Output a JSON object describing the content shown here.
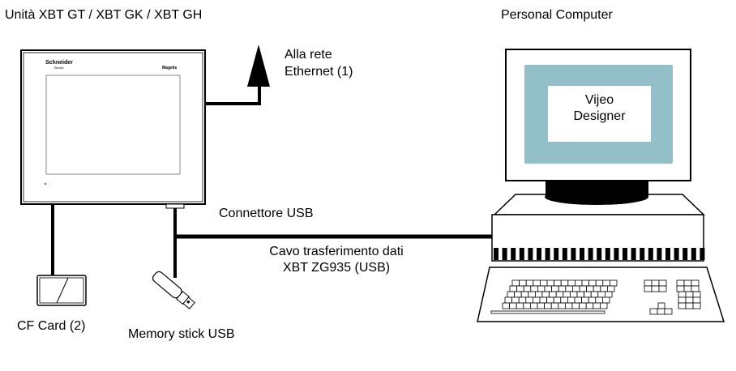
{
  "title_hmi": "Unità XBT GT / XBT GK / XBT GH",
  "title_pc": "Personal Computer",
  "ethernet_label": [
    "Alla rete",
    "Ethernet (1)"
  ],
  "usb_connector_label": "Connettore USB",
  "cable_label": [
    "Cavo trasferimento dati",
    "XBT ZG935 (USB)"
  ],
  "cf_card_label": "CF Card (2)",
  "memory_stick_label": "Memory stick USB",
  "software_label": [
    "Vijeo",
    "Designer"
  ],
  "hmi_brand": "Schneider",
  "hmi_brand_sub": "Electric",
  "hmi_model": "Magelis",
  "colors": {
    "screen_teal": "#93c0c8"
  }
}
